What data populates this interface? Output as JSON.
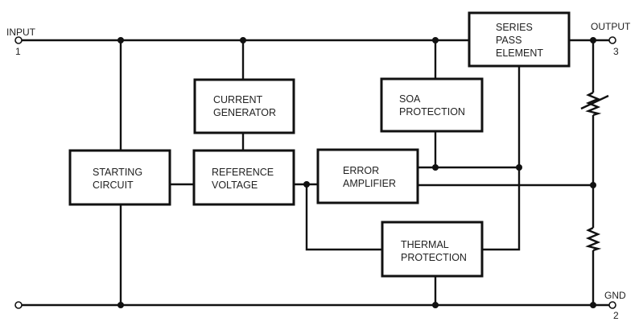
{
  "diagram": {
    "type": "regulator-block-diagram",
    "blocks": {
      "series_pass": {
        "lines": [
          "SERIES",
          "PASS",
          "ELEMENT"
        ]
      },
      "current_generator": {
        "lines": [
          "CURRENT",
          "GENERATOR"
        ]
      },
      "soa_protection": {
        "lines": [
          "SOA",
          "PROTECTION"
        ]
      },
      "starting_circuit": {
        "lines": [
          "STARTING",
          "CIRCUIT"
        ]
      },
      "reference_voltage": {
        "lines": [
          "REFERENCE",
          "VOLTAGE"
        ]
      },
      "error_amplifier": {
        "lines": [
          "ERROR",
          "AMPLIFIER"
        ]
      },
      "thermal_protection": {
        "lines": [
          "THERMAL",
          "PROTECTION"
        ]
      }
    },
    "terminals": {
      "input": {
        "label": "INPUT",
        "pin": "1"
      },
      "output": {
        "label": "OUTPUT",
        "pin": "3"
      },
      "gnd": {
        "label": "GND",
        "pin": "2"
      }
    },
    "components": {
      "feedback_resistor_top": "variable-resistor",
      "feedback_resistor_bottom": "resistor"
    }
  }
}
